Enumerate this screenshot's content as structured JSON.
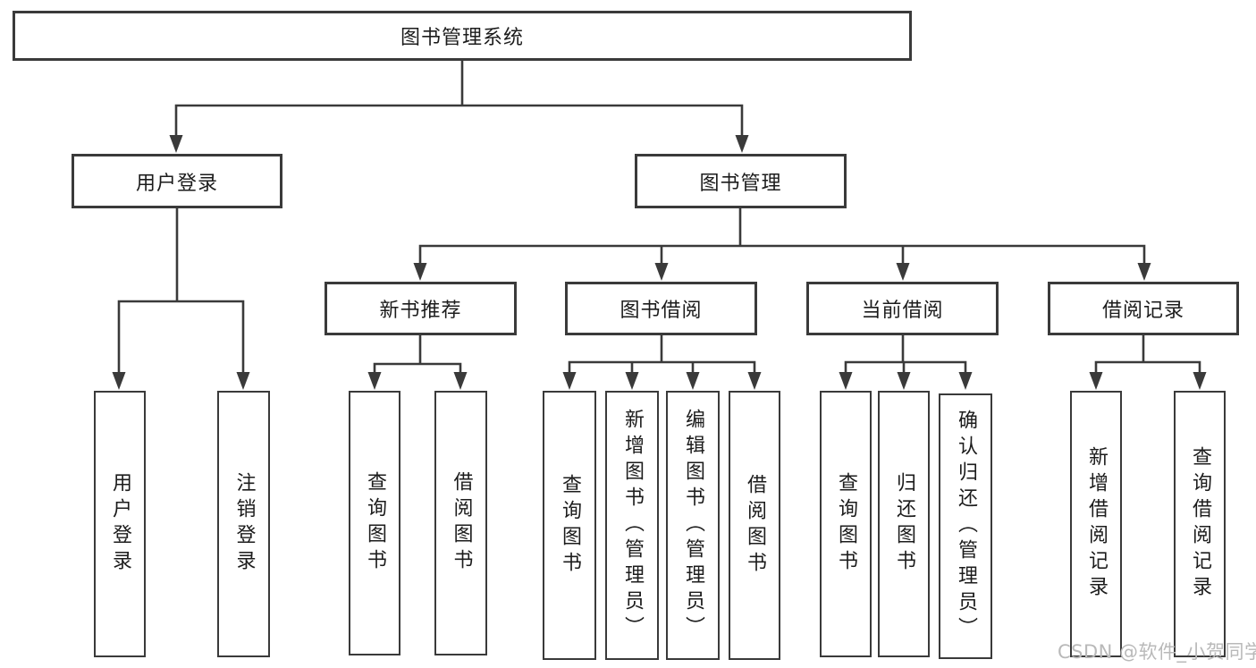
{
  "diagram": {
    "root": {
      "label": "图书管理系统"
    },
    "level2": [
      {
        "label": "用户登录"
      },
      {
        "label": "图书管理"
      }
    ],
    "level3": [
      {
        "label": "新书推荐"
      },
      {
        "label": "图书借阅"
      },
      {
        "label": "当前借阅"
      },
      {
        "label": "借阅记录"
      }
    ],
    "leaves": {
      "login": [
        "用户登录",
        "注销登录"
      ],
      "recommend": [
        "查询图书",
        "借阅图书"
      ],
      "borrow": [
        "查询图书",
        "新增图书（管理员）",
        "编辑图书（管理员）",
        "借阅图书"
      ],
      "current": [
        "查询图书",
        "归还图书",
        "确认归还（管理员）"
      ],
      "records": [
        "新增借阅记录",
        "查询借阅记录"
      ]
    }
  },
  "watermark": "CSDN @软件_小贺同学",
  "colors": {
    "line": "#3a3a3a",
    "text": "#1c1c1c",
    "watermark": "#b9b9b9",
    "background": "#ffffff"
  }
}
